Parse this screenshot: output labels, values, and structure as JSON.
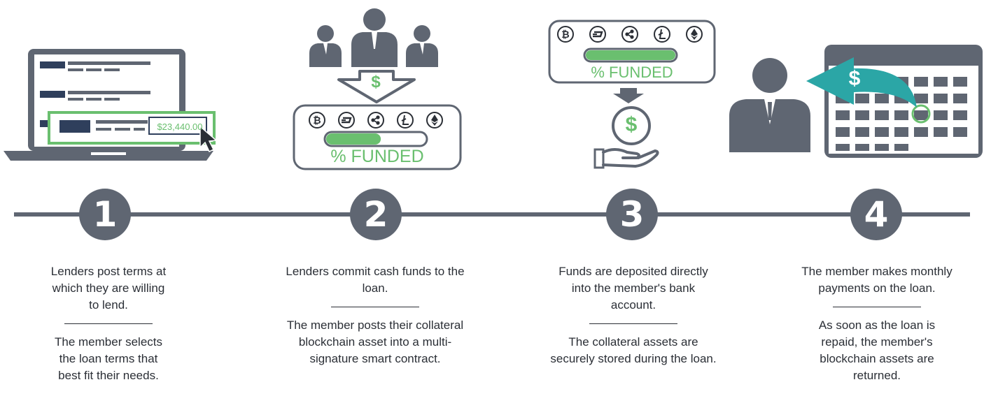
{
  "steps": [
    {
      "number": "1",
      "text_top": "Lenders post terms at which they are willing to lend.",
      "text_bottom": "The member selects the loan terms that best fit their needs.",
      "illustration": {
        "icon": "laptop-icon",
        "price_label": "$23,440.00"
      }
    },
    {
      "number": "2",
      "text_top": "Lenders commit cash funds to the loan.",
      "text_bottom": "The member posts their collateral blockchain asset into a multi-signature smart contract.",
      "illustration": {
        "icon": "lenders-group-icon",
        "dollar_symbol": "$",
        "funded_label": "% FUNDED",
        "progress": 0.55
      }
    },
    {
      "number": "3",
      "text_top": "Funds are deposited directly into the member's bank account.",
      "text_bottom": "The collateral assets are securely stored during the loan.",
      "illustration": {
        "icon": "hand-coin-icon",
        "dollar_symbol": "$",
        "funded_label": "% FUNDED",
        "progress": 1.0
      }
    },
    {
      "number": "4",
      "text_top": "The member makes monthly payments on the loan.",
      "text_bottom": "As soon as the loan is repaid, the member's blockchain assets are returned.",
      "illustration": {
        "icon": "calendar-payment-icon",
        "dollar_symbol": "$"
      }
    }
  ],
  "crypto_icons": [
    "bitcoin-icon",
    "dash-icon",
    "ripple-icon",
    "litecoin-icon",
    "ethereum-icon"
  ],
  "colors": {
    "gray": "#5f6672",
    "green": "#6abf6f",
    "teal": "#2ba6a6",
    "navy": "#2f3f5c"
  }
}
